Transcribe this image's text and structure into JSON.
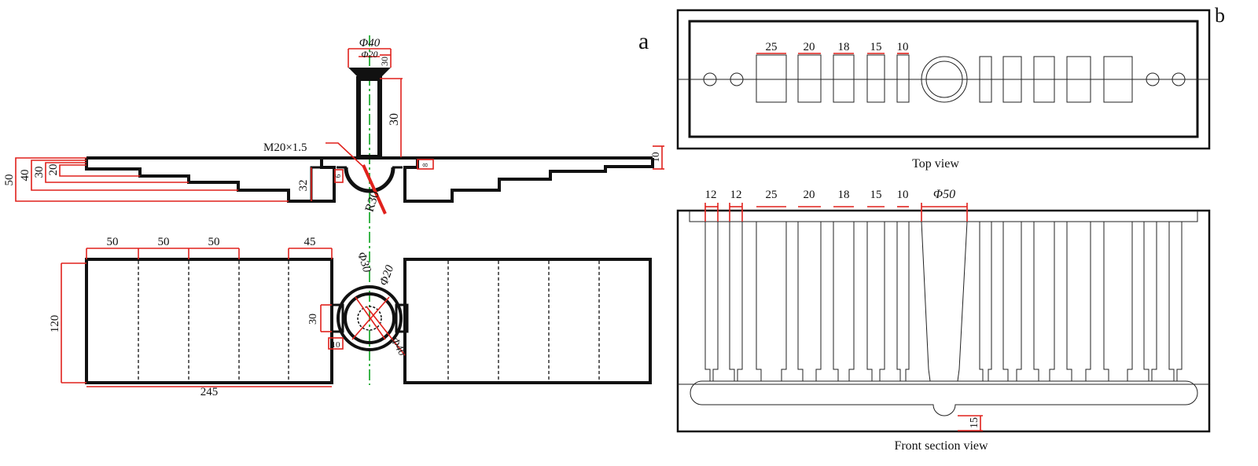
{
  "panel_a": {
    "label": "a",
    "section": {
      "phi40": "Φ40",
      "phi20": "Φ20",
      "top30": "30",
      "shaft30": "30",
      "thread": "M20×1.5",
      "r30": "R30",
      "h10": "10",
      "h8": "8",
      "h32": "32",
      "h6": "6",
      "levels": [
        "50",
        "40",
        "30",
        "20"
      ]
    },
    "plan": {
      "widths": [
        "50",
        "50",
        "50",
        "45"
      ],
      "height120": "120",
      "total245": "245",
      "phi30": "Φ30",
      "phi20": "Φ20",
      "phi40": "Φ40",
      "w30": "30",
      "w10": "10"
    }
  },
  "panel_b": {
    "label": "b",
    "top_view": {
      "caption": "Top view",
      "widths": [
        "25",
        "20",
        "18",
        "15",
        "10"
      ]
    },
    "front_view": {
      "caption": "Front section view",
      "widths": [
        "12",
        "12",
        "25",
        "20",
        "18",
        "15",
        "10"
      ],
      "phi50": "Φ50",
      "depth15": "15"
    }
  }
}
